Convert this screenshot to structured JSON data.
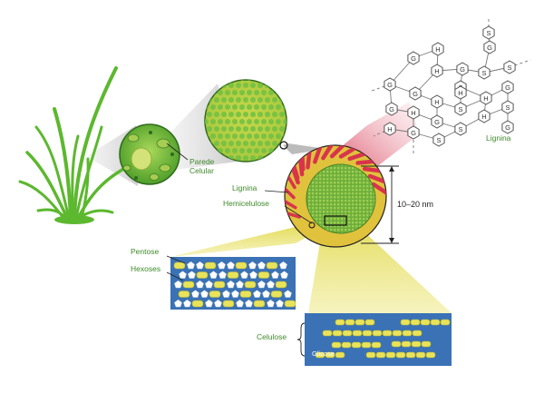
{
  "labels": {
    "cell_wall_line1": "Parede",
    "cell_wall_line2": "Celular",
    "lignin_fiber": "Lignina",
    "hemicellulose": "Hemicelulose",
    "size": "10–20 nm",
    "lignin_structure": "Lignina",
    "pentose": "Pentose",
    "hexoses": "Hexoses",
    "cellulose": "Celulose",
    "glucose": "Glicose"
  },
  "lignin_units": [
    "S",
    "G",
    "H",
    "G",
    "S",
    "G",
    "H",
    "S",
    "H",
    "G",
    "H",
    "S",
    "G",
    "S",
    "H",
    "G",
    "S",
    "H",
    "G",
    "G",
    "S",
    "H",
    "G",
    "S",
    "H",
    "G"
  ],
  "colors": {
    "plant": "#5cb82e",
    "cell": "#6fbf3a",
    "yellow_field": "#d7d84a",
    "lignin_red": "#d8344c",
    "panel_blue": "#3a72b5",
    "label_green": "#3f8a2a"
  }
}
